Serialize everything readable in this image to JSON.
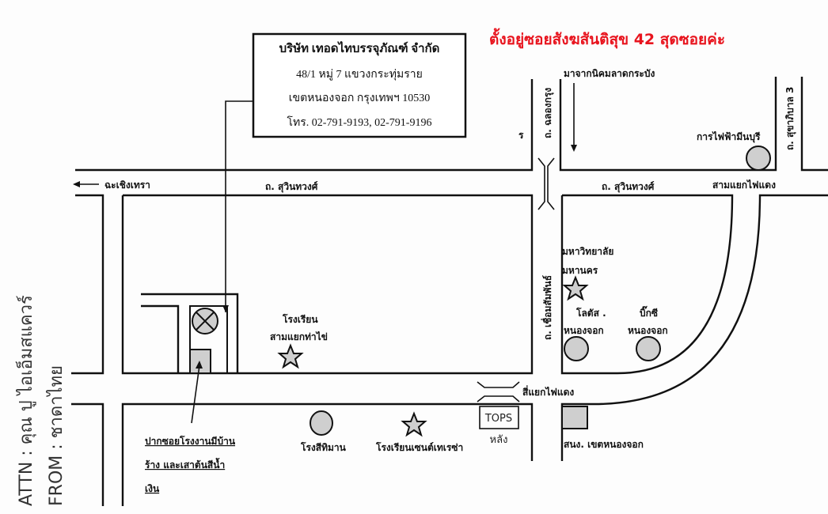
{
  "notice": "ตั้งอยู่ซอยสังฆสันติสุข 42 สุดซอยค่ะ",
  "company_box": {
    "name": "บริษัท เทอดไทบรรจุภัณฑ์ จำกัด",
    "address_line1": "48/1 หมู่ 7 แขวงกระทุ่มราย",
    "address_line2": "เขตหนองจอก กรุงเทพฯ 10530",
    "phone": "โทร. 02-791-9193, 02-791-9196"
  },
  "handwritten": {
    "attn": "ATTN : คุณ ปู ไอเอ็มสแควร์",
    "from": "FROM : ชาดาไทย"
  },
  "roads": {
    "suwinthawong_left": "ถ. สุวินทวงศ์",
    "suwinthawong_right": "ถ. สุวินทวงศ์",
    "chalongkrung": "ถ. ฉลองกรุง",
    "chueamsamphan": "ถ. เชื่อมสัมพันธ์",
    "sukhaphiban3": "ถ. สุขาภิบาล 3",
    "to_chachoengsao": "ฉะเชิงเทรา",
    "from_ladkrabang": "มาจากนิคมลาดกระบัง",
    "small_mark": "ร"
  },
  "landmarks": {
    "pea_minburi": "การไฟฟ้ามีนบุรี",
    "t_junction": "สามแยกไฟแดง",
    "university_1": "มหาวิทยาลัย",
    "university_2": "มหานคร",
    "lotus_1": "โลตัส .",
    "lotus_2": "หนองจอก",
    "bigc_1": "บิ๊กซี",
    "bigc_2": "หนองจอก",
    "crossroads": "สี่แยกไฟแดง",
    "tops": "TOPS",
    "tops_note": "หลัง",
    "district_office": "สนง. เขตหนองจอก",
    "school_1": "โรงเรียน",
    "school_2": "สามแยกท่าไข่",
    "rice_mill": "โรงสีทิมาน",
    "st_theresa": "โรงเรียนเซนต์เทเรซ่า",
    "soi_note_1": "ปากซอยโรงงานมีบ้าน",
    "soi_note_2": "ร้าง และเสาต้นสีน้ำ",
    "soi_note_3": "เงิน"
  },
  "colors": {
    "notice": "#e8141e",
    "marker_fill": "#cfcfcf"
  }
}
